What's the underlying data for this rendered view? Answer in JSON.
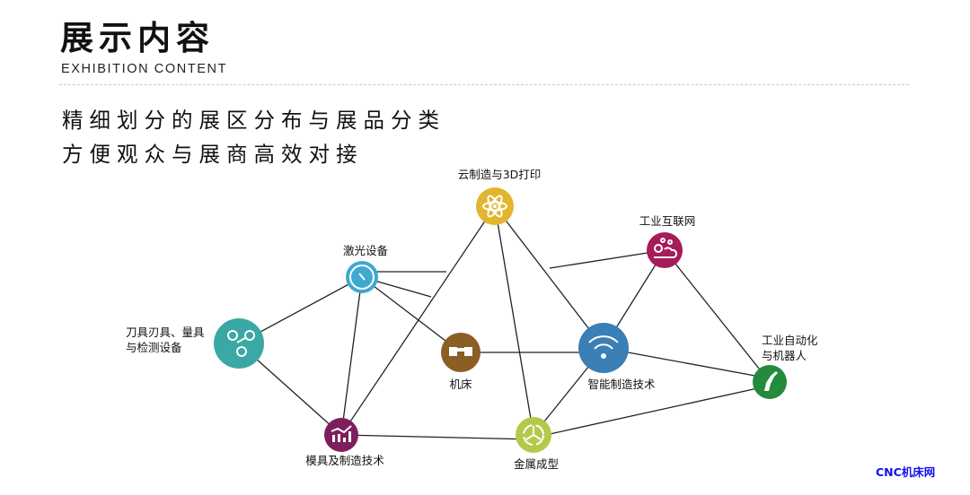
{
  "header": {
    "title": "展示内容",
    "subtitle_en": "EXHIBITION CONTENT",
    "tagline_1": "精细划分的展区分布与展品分类",
    "tagline_2": "方便观众与展商高效对接"
  },
  "nodes": {
    "cloud": {
      "label": "云制造与3D打印",
      "color": "#e2b52f",
      "icon": "atom-icon"
    },
    "laser": {
      "label": "激光设备",
      "color": "#3fa9d0",
      "icon": "gauge-icon"
    },
    "tools": {
      "label_1": "刀具刃具、量具",
      "label_2": "与检测设备",
      "color": "#3aa8a4",
      "icon": "molecule-icon"
    },
    "machine": {
      "label": "机床",
      "color": "#8b5e24",
      "icon": "machine-tool-icon"
    },
    "smart": {
      "label": "智能制造技术",
      "color": "#3a7fb5",
      "icon": "wifi-icon"
    },
    "internet": {
      "label": "工业互联网",
      "color": "#a51c5a",
      "icon": "gears-cloud-icon"
    },
    "automation": {
      "label_1": "工业自动化",
      "label_2": "与机器人",
      "color": "#238a3e",
      "icon": "robot-arm-icon"
    },
    "mold": {
      "label": "模具及制造技术",
      "color": "#7c1f5c",
      "icon": "bar-chart-icon"
    },
    "metal": {
      "label": "金属成型",
      "color": "#b5c949",
      "icon": "recycle-icon"
    }
  },
  "watermark": "CNC机床网"
}
